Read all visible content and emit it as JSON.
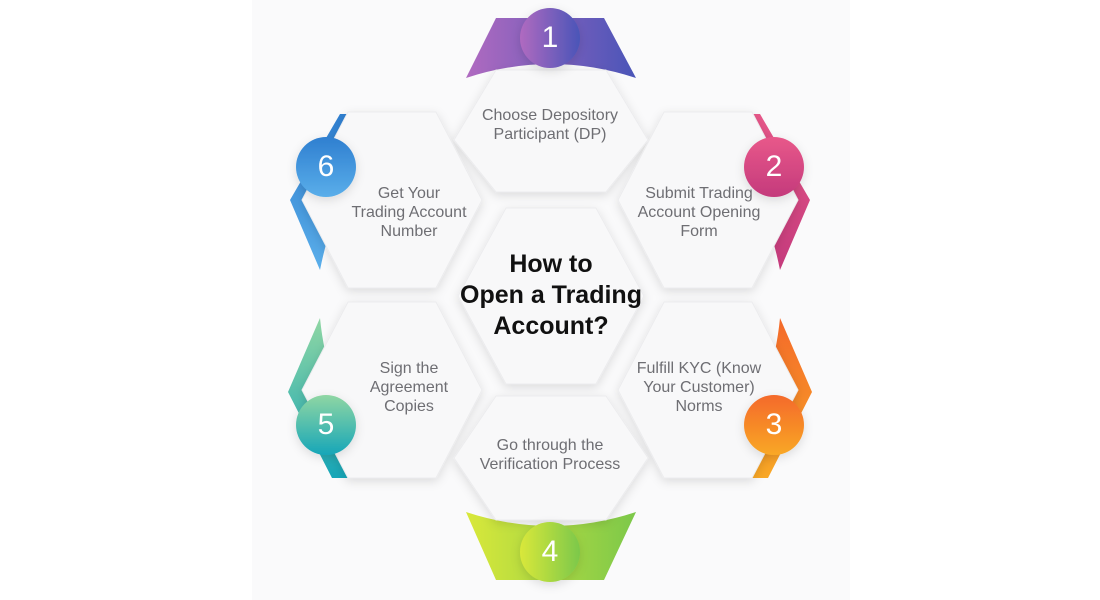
{
  "diagram": {
    "title_lines": [
      "How to",
      "Open a Trading",
      "Account?"
    ],
    "steps": [
      {
        "number": "1",
        "lines": [
          "Choose Depository",
          "Participant (DP)"
        ],
        "color_from": "#b06ac0",
        "color_to": "#4a55b8"
      },
      {
        "number": "2",
        "lines": [
          "Submit Trading",
          "Account Opening",
          "Form"
        ],
        "color_from": "#e8588a",
        "color_to": "#c43a7c"
      },
      {
        "number": "3",
        "lines": [
          "Fulfill KYC (Know",
          "Your Customer)",
          "Norms"
        ],
        "color_from": "#f4692a",
        "color_to": "#f9a826"
      },
      {
        "number": "4",
        "lines": [
          "Go through the",
          "Verification Process"
        ],
        "color_from": "#d9e83a",
        "color_to": "#7cc84a"
      },
      {
        "number": "5",
        "lines": [
          "Sign the",
          "Agreement",
          "Copies"
        ],
        "color_from": "#8fd6a3",
        "color_to": "#16a6b8"
      },
      {
        "number": "6",
        "lines": [
          "Get Your",
          "Trading Account",
          "Number"
        ],
        "color_from": "#2f7fd0",
        "color_to": "#5aaeea"
      }
    ]
  }
}
